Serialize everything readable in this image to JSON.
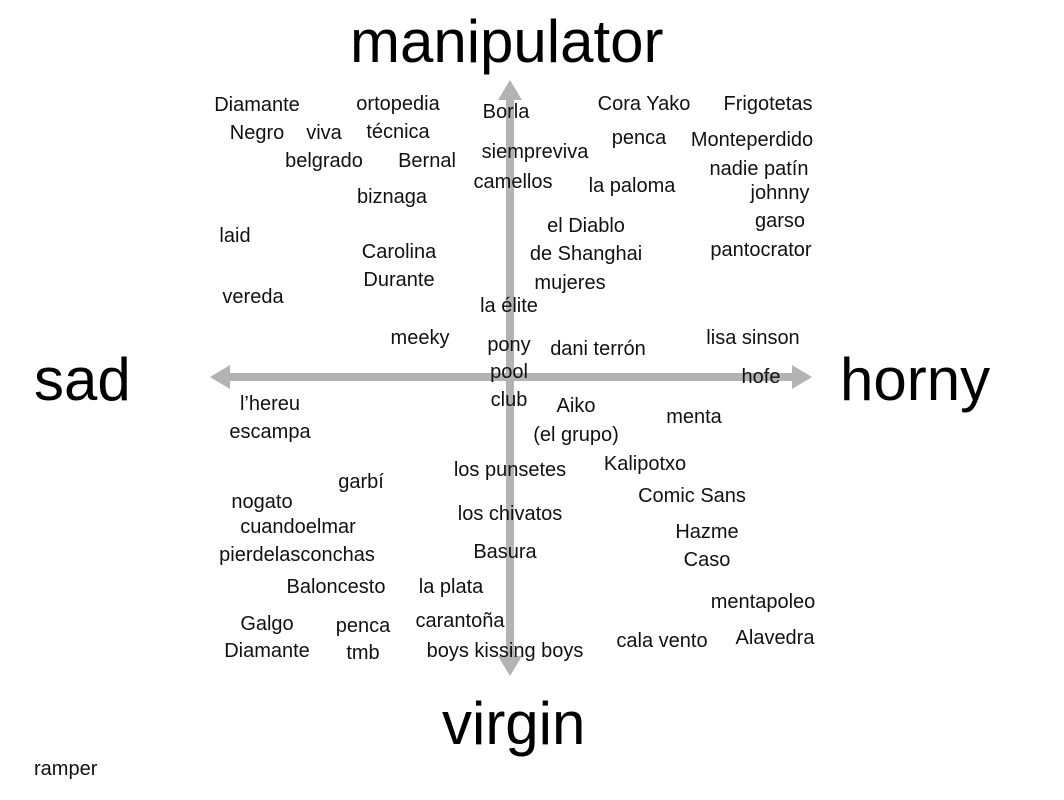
{
  "axes": {
    "top": "manipulator",
    "bottom": "virgin",
    "left": "sad",
    "right": "horny",
    "color": "#b3b3b3"
  },
  "credit": "ramper",
  "labels": {
    "diamante_negro": "Diamante",
    "negro": "Negro",
    "viva": "viva",
    "ortopedia": "ortopedia",
    "tecnica": "técnica",
    "belgrado": "belgrado",
    "bernal": "Bernal",
    "biznaga": "biznaga",
    "borla": "Borla",
    "siempreviva": "siempreviva",
    "camellos": "camellos",
    "cora_yako": "Cora Yako",
    "frigotetas": "Frigotetas",
    "penca_top": "penca",
    "monteperdido": "Monteperdido",
    "nadie_patin": "nadie patín",
    "la_paloma": "la paloma",
    "johnny": "johnny",
    "garso": "garso",
    "pantocrator": "pantocrator",
    "laid": "laid",
    "carolina": "Carolina",
    "durante": "Durante",
    "el_diablo": "el Diablo",
    "de_shanghai": "de Shanghai",
    "mujeres": "mujeres",
    "vereda": "vereda",
    "la_elite": "la élite",
    "meeky": "meeky",
    "pony": "pony",
    "pool": "pool",
    "club": "club",
    "dani_terron": "dani terrón",
    "lisa_sinson": "lisa sinson",
    "hofe": "hofe",
    "lhereu": "l’hereu",
    "escampa": "escampa",
    "aiko": "Aiko",
    "el_grupo": "(el grupo)",
    "menta": "menta",
    "los_punsetes": "los punsetes",
    "kalipotxo": "Kalipotxo",
    "garbi": "garbí",
    "comic_sans": "Comic Sans",
    "nogato": "nogato",
    "cuandoelmar": "cuandoelmar",
    "pierdelasconchas": "pierdelasconchas",
    "los_chivatos": "los chivatos",
    "hazme": "Hazme",
    "caso": "Caso",
    "basura": "Basura",
    "baloncesto": "Baloncesto",
    "la_plata": "la plata",
    "mentapoleo": "mentapoleo",
    "galgo": "Galgo",
    "galgo_diamante": "Diamante",
    "penca_bottom": "penca",
    "tmb": "tmb",
    "carantona": "carantoña",
    "boys_kissing_boys": "boys kissing boys",
    "cala_vento": "cala vento",
    "alavedra": "Alavedra"
  }
}
